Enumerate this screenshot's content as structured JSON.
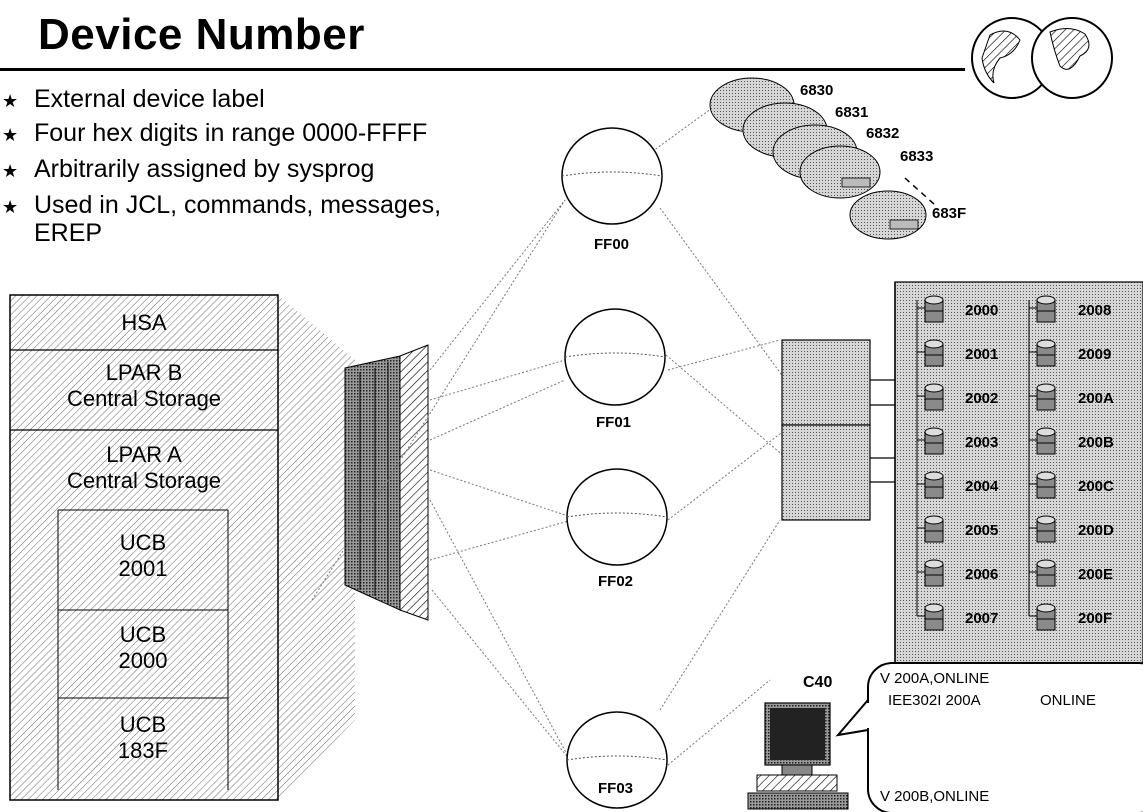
{
  "title": "Device Number",
  "bullets": [
    "External device label",
    "Four hex digits in range 0000-FFFF",
    "Arbitrarily assigned by sysprog",
    "Used in JCL, commands, messages,",
    "EREP"
  ],
  "storage": {
    "hsa": "HSA",
    "lpar_b": [
      "LPAR B",
      "Central Storage"
    ],
    "lpar_a": [
      "LPAR A",
      "Central Storage"
    ],
    "ucbs": [
      [
        "UCB",
        "2001"
      ],
      [
        "UCB",
        "2000"
      ],
      [
        "UCB",
        "183F"
      ]
    ]
  },
  "channels": [
    "FF00",
    "FF01",
    "FF02",
    "FF03"
  ],
  "tapes": [
    "6830",
    "6831",
    "6832",
    "6833",
    "683F"
  ],
  "dasd_left": [
    "2000",
    "2001",
    "2002",
    "2003",
    "2004",
    "2005",
    "2006",
    "2007"
  ],
  "dasd_right": [
    "2008",
    "2009",
    "200A",
    "200B",
    "200C",
    "200D",
    "200E",
    "200F"
  ],
  "console": {
    "label": "C40",
    "line1": "V 200A,ONLINE",
    "line2a": "IEE302I 200A",
    "line2b": "ONLINE",
    "line3": "V 200B,ONLINE"
  },
  "colors": {
    "hatch": "#000000",
    "background": "#ffffff"
  },
  "icons": [
    "star-bullet-icon",
    "globe-logo-icon",
    "mainframe-icon",
    "tape-reel-icon",
    "disk-icon",
    "terminal-icon"
  ]
}
